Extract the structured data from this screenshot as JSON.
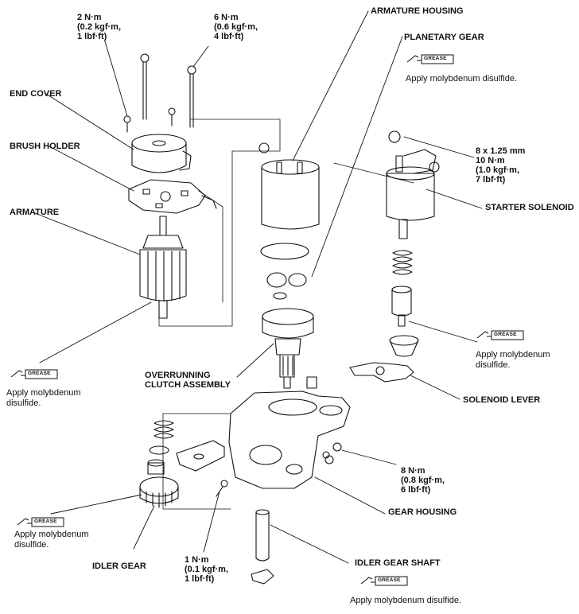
{
  "labels": {
    "torque_top_left": "2 N·m\n(0.2 kgf·m,\n1 lbf·ft)",
    "torque_top_mid": "6 N·m\n(0.6 kgf·m,\n4 lbf·ft)",
    "armature_housing": "ARMATURE HOUSING",
    "planetary_gear": "PLANETARY GEAR",
    "end_cover": "END COVER",
    "brush_holder": "BRUSH HOLDER",
    "armature": "ARMATURE",
    "torque_solenoid": "8 x 1.25 mm\n10 N·m\n(1.0 kgf·m,\n7 lbf·ft)",
    "starter_solenoid": "STARTER SOLENOID",
    "overrunning_clutch": "OVERRUNNING\nCLUTCH ASSEMBLY",
    "solenoid_lever": "SOLENOID LEVER",
    "torque_gear_housing": "8 N·m\n(0.8 kgf·m,\n6 lbf·ft)",
    "gear_housing": "GEAR HOUSING",
    "torque_bottom": "1 N·m\n(0.1 kgf·m,\n1 lbf·ft)",
    "idler_gear": "IDLER GEAR",
    "idler_gear_shaft": "IDLER GEAR SHAFT"
  },
  "notes": {
    "planetary": "Apply molybdenum disulfide.",
    "armature": "Apply molybdenum\ndisulfide.",
    "plunger": "Apply molybdenum\ndisulfide.",
    "idler": "Apply molybdenum\ndisulfide.",
    "shaft": "Apply molybdenum disulfide."
  },
  "grease_label": "GREASE",
  "icons": [
    "grease-gun-icon"
  ]
}
